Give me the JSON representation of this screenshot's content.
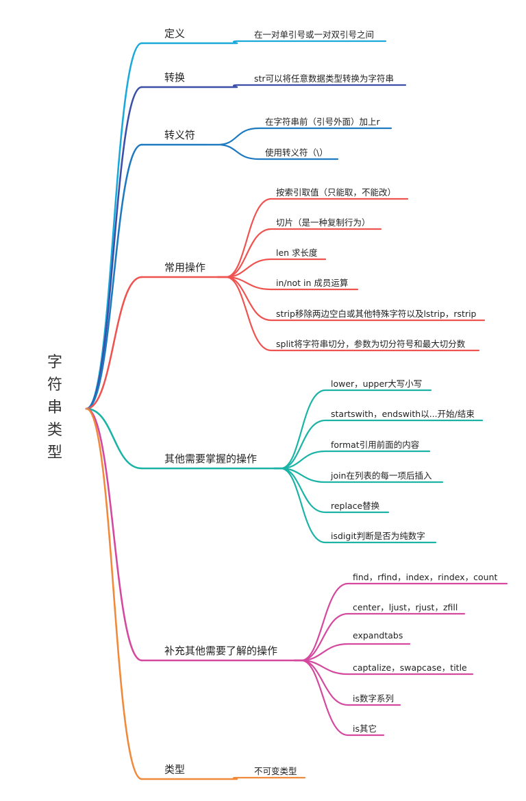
{
  "root": {
    "chars": [
      "字",
      "符",
      "串",
      "类",
      "型"
    ]
  },
  "colors": {
    "def": "#1ba9d9",
    "convert": "#3b4fa8",
    "escape": "#1e7ac0",
    "common": "#ef5350",
    "other": "#1ab3a6",
    "extra": "#d4489e",
    "type": "#f0893a"
  },
  "branches": [
    {
      "key": "def",
      "label": "定义",
      "color_key": "def",
      "leaves": [
        "在一对单引号或一对双引号之间"
      ]
    },
    {
      "key": "convert",
      "label": "转换",
      "color_key": "convert",
      "leaves": [
        "str可以将任意数据类型转换为字符串"
      ]
    },
    {
      "key": "escape",
      "label": "转义符",
      "color_key": "escape",
      "leaves": [
        "在字符串前（引号外面）加上r",
        "使用转义符（\\）"
      ]
    },
    {
      "key": "common",
      "label": "常用操作",
      "color_key": "common",
      "leaves": [
        "按索引取值（只能取，不能改）",
        "切片（是一种复制行为）",
        "len 求长度",
        "in/not in 成员运算",
        "strip移除两边空白或其他特殊字符以及lstrip，rstrip",
        "split将字符串切分，参数为切分符号和最大切分数"
      ]
    },
    {
      "key": "other",
      "label": "其他需要掌握的操作",
      "color_key": "other",
      "leaves": [
        "lower，upper大写小写",
        "startswith，endswith以...开始/结束",
        "format引用前面的内容",
        "join在列表的每一项后插入",
        "replace替换",
        "isdigit判断是否为纯数字"
      ]
    },
    {
      "key": "extra",
      "label": "补充其他需要了解的操作",
      "color_key": "extra",
      "leaves": [
        "find，rfind，index，rindex，count",
        "center，ljust，rjust，zfill",
        "expandtabs",
        "captalize，swapcase，title",
        "is数字系列",
        "is其它"
      ]
    },
    {
      "key": "type",
      "label": "类型",
      "color_key": "type",
      "leaves": [
        "不可变类型"
      ]
    }
  ]
}
